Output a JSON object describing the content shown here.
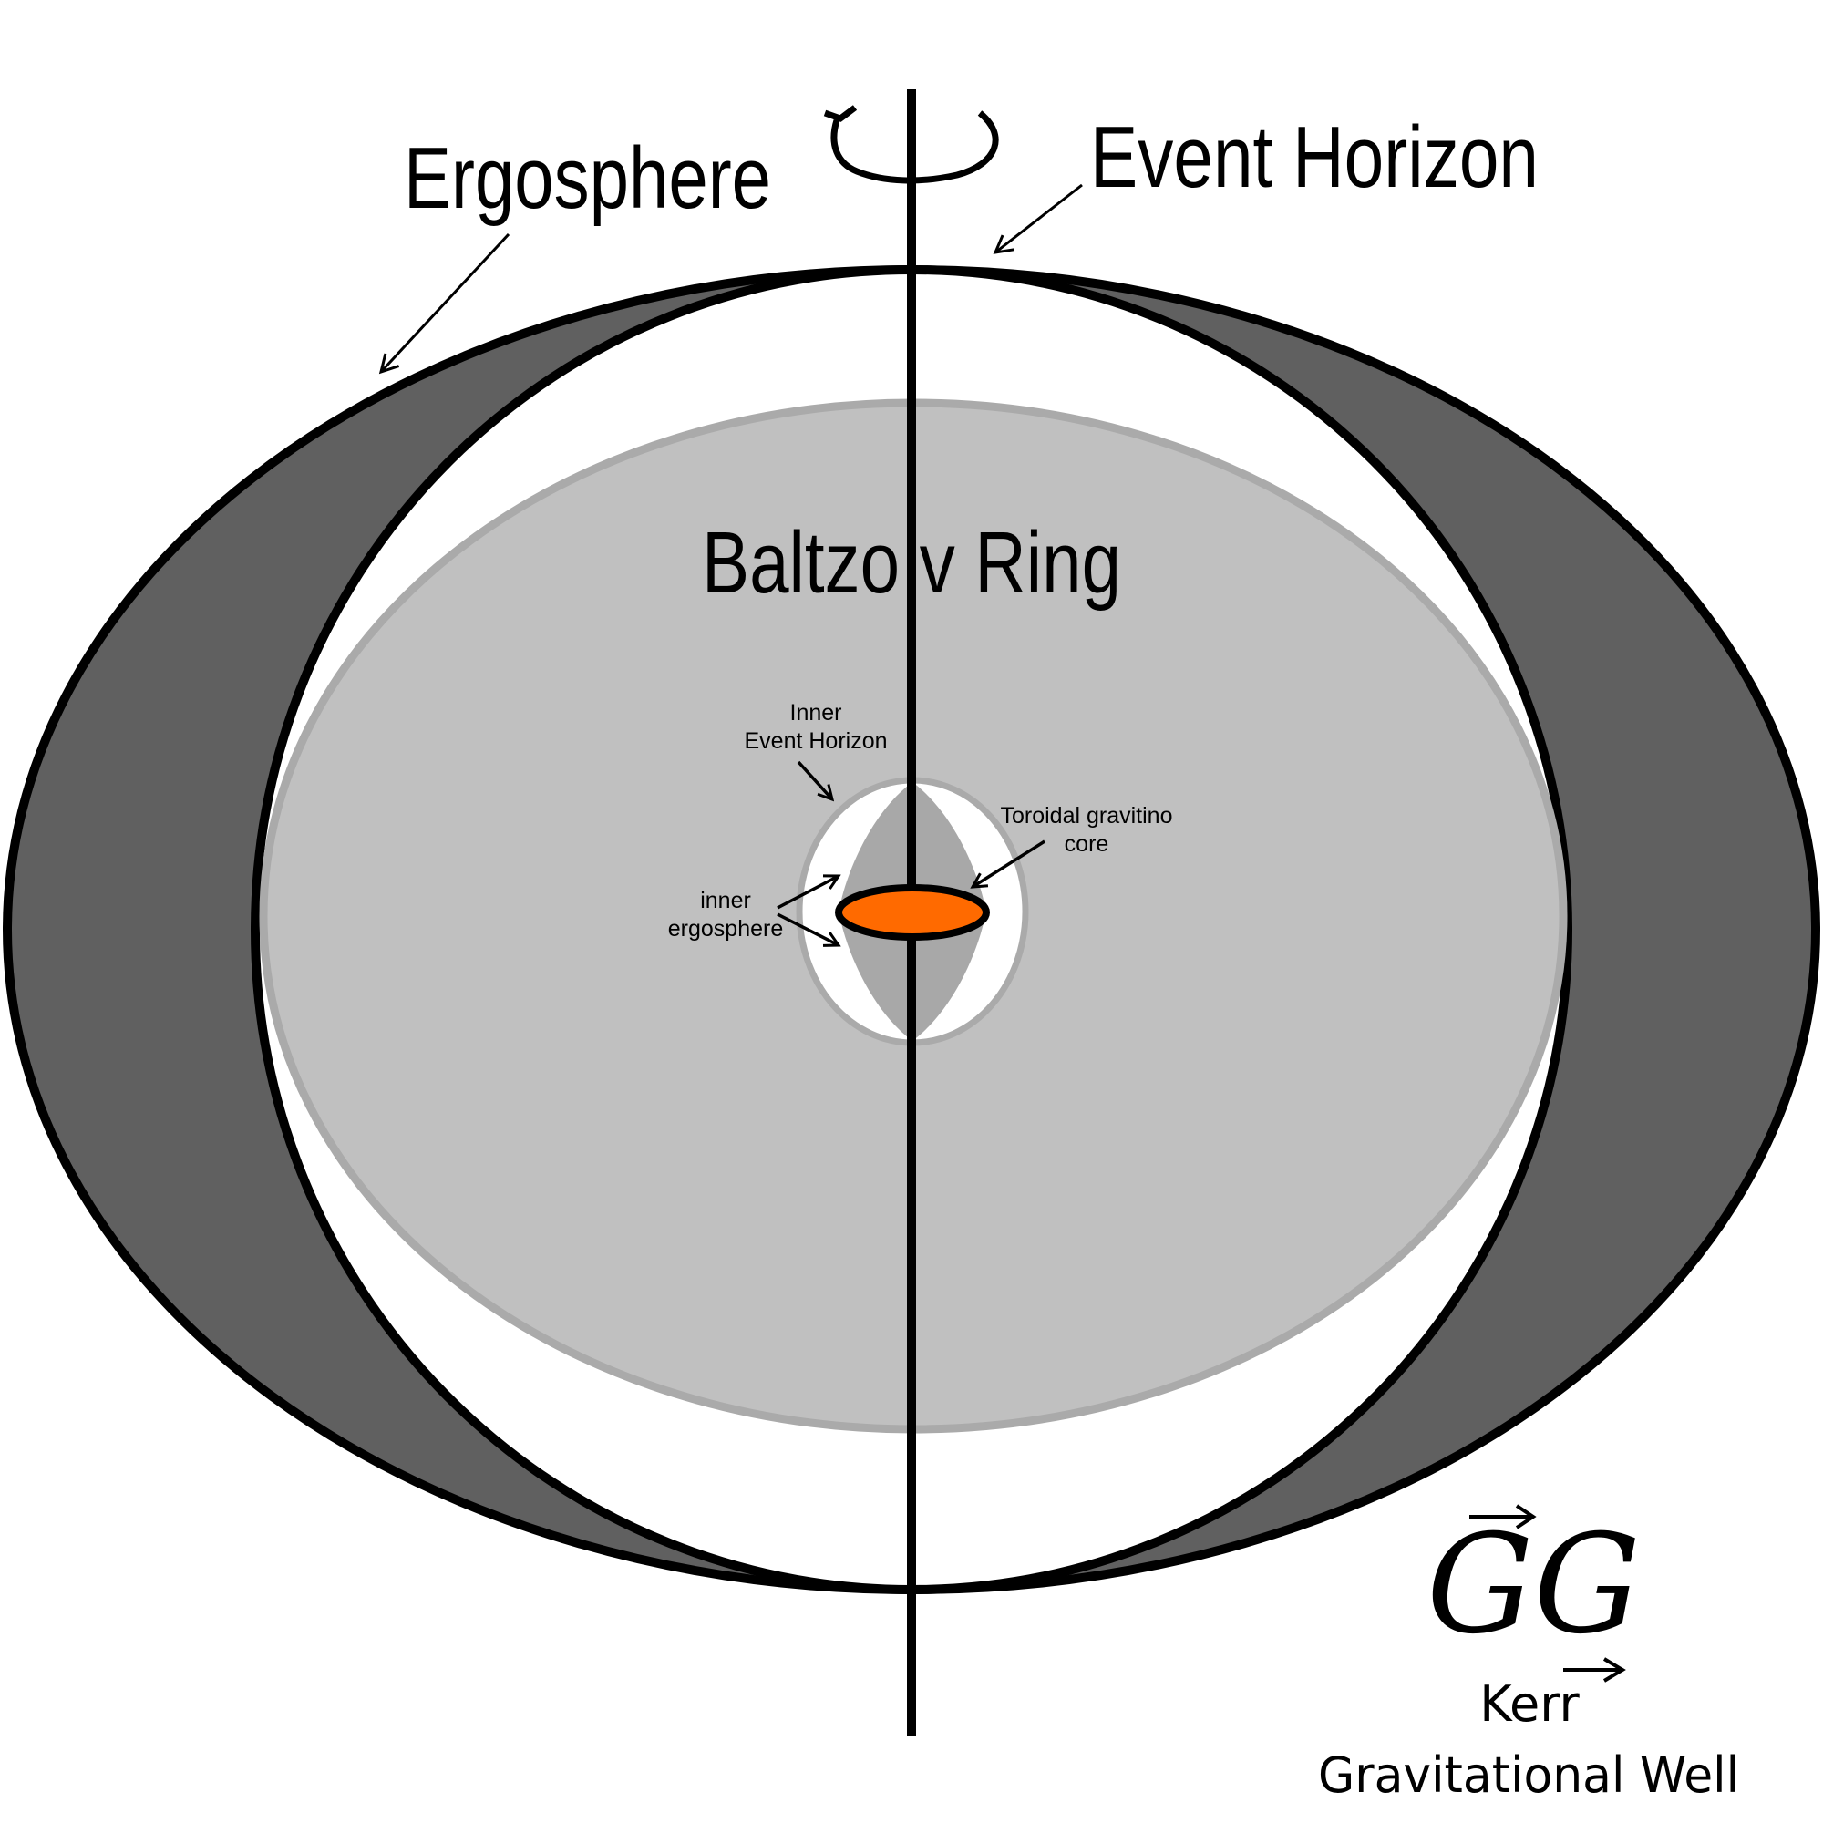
{
  "labels": {
    "ergosphere": "Ergosphere",
    "event_horizon": "Event Horizon",
    "baltzov_ring": "Baltzo v Ring",
    "inner_event_horizon_line1": "Inner",
    "inner_event_horizon_line2": "Event Horizon",
    "toroidal_core_line1": "Toroidal gravitino",
    "toroidal_core_line2": "core",
    "inner_ergosphere_line1": "inner",
    "inner_ergosphere_line2": "ergosphere",
    "kerr": "Kerr",
    "gravitational_well": "Gravitational Well",
    "logo_letters": "GG"
  },
  "colors": {
    "ergosphere_fill": "#606060",
    "event_horizon_fill": "#ffffff",
    "baltzov_ring_fill": "#c0c0c0",
    "baltzov_ring_stroke": "#aaaaaa",
    "inner_ergosphere_fill": "#a8a8a8",
    "core_fill": "#ff6a00",
    "outline": "#000000"
  },
  "icons": {
    "rotation": "rotation-arrow-icon",
    "logo": "gg-vector-logo"
  }
}
